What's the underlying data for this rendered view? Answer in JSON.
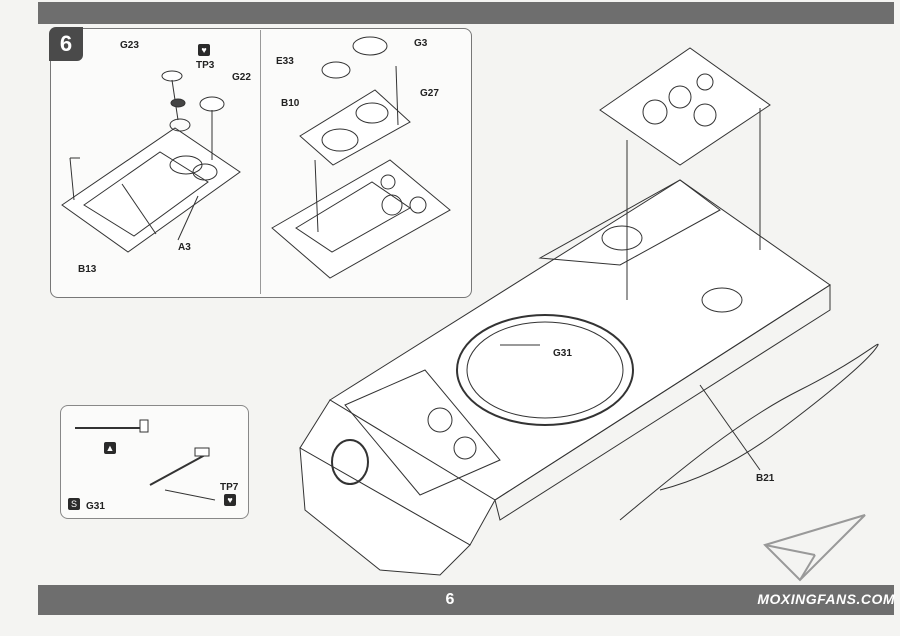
{
  "step": {
    "number": "6"
  },
  "page_number": "6",
  "watermark": "MOXINGFANS.COM",
  "labels": {
    "g23": "G23",
    "tp3": "TP3",
    "g22": "G22",
    "a3": "A3",
    "b13": "B13",
    "g3": "G3",
    "e33": "E33",
    "g27": "G27",
    "b10": "B10",
    "g31_main": "G31",
    "b21": "B21",
    "g31_detail": "G31",
    "tp7": "TP7"
  },
  "icons": {
    "heart_tp3": "heart-icon",
    "heart_tp7": "heart-icon",
    "step_detail": "cement-icon",
    "glue_small": "glue-icon"
  }
}
